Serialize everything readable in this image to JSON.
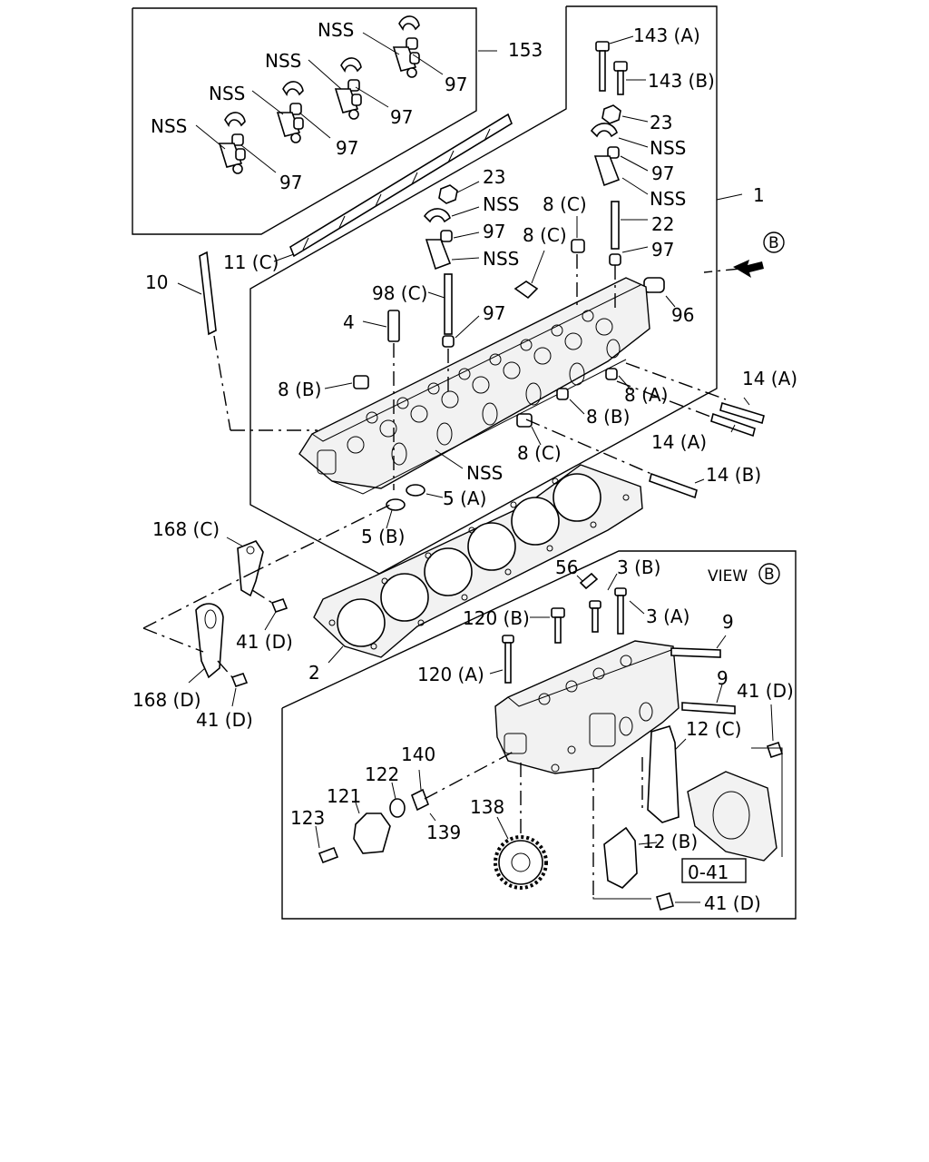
{
  "labels": {
    "l143a": "143 (A)",
    "l143b": "143 (B)",
    "l23a": "23",
    "lnss_r1": "NSS",
    "l97_r1": "97",
    "lnss_r2": "NSS",
    "l22": "22",
    "l97_r2": "97",
    "l1": "1",
    "l153": "153",
    "lnss_b1": "NSS",
    "l97_b1": "97",
    "lnss_b2": "NSS",
    "l97_b2": "97",
    "lnss_b3": "NSS",
    "l97_b3": "97",
    "lnss_b4": "NSS",
    "l97_b4": "97",
    "l23b": "23",
    "lnss_c1": "NSS",
    "l97_c1": "97",
    "lnss_c2": "NSS",
    "l8c_a": "8 (C)",
    "l8c_b": "8 (C)",
    "l11c": "11 (C)",
    "l10": "10",
    "l98c": "98 (C)",
    "l97_c2": "97",
    "l4": "4",
    "l96": "96",
    "lview_b_marker": "B",
    "l8b_a": "8 (B)",
    "l8a": "8 (A)",
    "l8b_b": "8 (B)",
    "l8c_c": "8 (C)",
    "l14a_a": "14 (A)",
    "l14a_b": "14 (A)",
    "l14b": "14 (B)",
    "lnss_d": "NSS",
    "l5a": "5 (A)",
    "l5b": "5 (B)",
    "l168c": "168 (C)",
    "l41d_a": "41 (D)",
    "l168d": "168 (D)",
    "l41d_b": "41 (D)",
    "l2": "2",
    "l56": "56",
    "l3b": "3 (B)",
    "lview": "VIEW",
    "lview_b": "B",
    "l120b": "120 (B)",
    "l3a": "3 (A)",
    "l9a": "9",
    "l120a": "120 (A)",
    "l9b": "9",
    "l41d_c": "41 (D)",
    "l12c": "12 (C)",
    "l140": "140",
    "l122": "122",
    "l121": "121",
    "l123": "123",
    "l139": "139",
    "l138": "138",
    "l12b": "12 (B)",
    "l041": "0-41",
    "l41d_d": "41 (D)"
  }
}
